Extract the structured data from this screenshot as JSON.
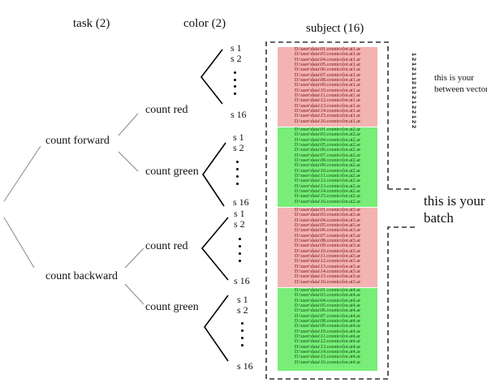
{
  "headers": {
    "task": "task (2)",
    "color": "color (2)",
    "subject": "subject (16)"
  },
  "tasks": [
    {
      "label": "count forward",
      "colors": [
        {
          "label": "count red",
          "subjects": {
            "first": "s 1",
            "second": "s 2",
            "last": "s 16"
          }
        },
        {
          "label": "count green",
          "subjects": {
            "first": "s 1",
            "second": "s 2",
            "last": "s 16"
          }
        }
      ]
    },
    {
      "label": "count backward",
      "colors": [
        {
          "label": "count red",
          "subjects": {
            "first": "s 1",
            "second": "s 2",
            "last": "s 16"
          }
        },
        {
          "label": "count green",
          "subjects": {
            "first": "s 1",
            "second": "s 2",
            "last": "s 16"
          }
        }
      ]
    }
  ],
  "file_blocks": [
    {
      "color": "#f4b3b3",
      "files": [
        "D:\\user\\data\\01.countcolor.at1.ar",
        "D:\\user\\data\\03.countcolor.at1.ar",
        "D:\\user\\data\\04.countcolor.at1.ar",
        "D:\\user\\data\\05.countcolor.at1.ar",
        "D:\\user\\data\\06.countcolor.at1.ar",
        "D:\\user\\data\\07.countcolor.at1.ar",
        "D:\\user\\data\\08.countcolor.at1.ar",
        "D:\\user\\data\\09.countcolor.at1.ar",
        "D:\\user\\data\\10.countcolor.at1.ar",
        "D:\\user\\data\\11.countcolor.at1.ar",
        "D:\\user\\data\\12.countcolor.at1.ar",
        "D:\\user\\data\\13.countcolor.at1.ar",
        "D:\\user\\data\\14.countcolor.at1.ar",
        "D:\\user\\data\\15.countcolor.at1.ar",
        "D:\\user\\data\\16.countcolor.at1.ar"
      ]
    },
    {
      "color": "#78ee78",
      "files": [
        "D:\\user\\data\\01.countcolor.at2.ar",
        "D:\\user\\data\\03.countcolor.at2.ar",
        "D:\\user\\data\\04.countcolor.at2.ar",
        "D:\\user\\data\\05.countcolor.at2.ar",
        "D:\\user\\data\\06.countcolor.at2.ar",
        "D:\\user\\data\\07.countcolor.at2.ar",
        "D:\\user\\data\\08.countcolor.at2.ar",
        "D:\\user\\data\\09.countcolor.at2.ar",
        "D:\\user\\data\\10.countcolor.at2.ar",
        "D:\\user\\data\\11.countcolor.at2.ar",
        "D:\\user\\data\\12.countcolor.at2.ar",
        "D:\\user\\data\\13.countcolor.at2.ar",
        "D:\\user\\data\\14.countcolor.at2.ar",
        "D:\\user\\data\\15.countcolor.at2.ar",
        "D:\\user\\data\\16.countcolor.at2.ar"
      ]
    },
    {
      "color": "#f4b3b3",
      "files": [
        "D:\\user\\data\\01.countcolor.at3.ar",
        "D:\\user\\data\\03.countcolor.at3.ar",
        "D:\\user\\data\\04.countcolor.at3.ar",
        "D:\\user\\data\\05.countcolor.at3.ar",
        "D:\\user\\data\\06.countcolor.at3.ar",
        "D:\\user\\data\\07.countcolor.at3.ar",
        "D:\\user\\data\\08.countcolor.at3.ar",
        "D:\\user\\data\\09.countcolor.at3.ar",
        "D:\\user\\data\\10.countcolor.at3.ar",
        "D:\\user\\data\\11.countcolor.at3.ar",
        "D:\\user\\data\\12.countcolor.at3.ar",
        "D:\\user\\data\\13.countcolor.at3.ar",
        "D:\\user\\data\\14.countcolor.at3.ar",
        "D:\\user\\data\\15.countcolor.at3.ar",
        "D:\\user\\data\\16.countcolor.at3.ar"
      ]
    },
    {
      "color": "#78ee78",
      "files": [
        "D:\\user\\data\\01.countcolor.at4.ar",
        "D:\\user\\data\\03.countcolor.at4.ar",
        "D:\\user\\data\\04.countcolor.at4.ar",
        "D:\\user\\data\\05.countcolor.at4.ar",
        "D:\\user\\data\\06.countcolor.at4.ar",
        "D:\\user\\data\\07.countcolor.at4.ar",
        "D:\\user\\data\\08.countcolor.at4.ar",
        "D:\\user\\data\\09.countcolor.at4.ar",
        "D:\\user\\data\\10.countcolor.at4.ar",
        "D:\\user\\data\\11.countcolor.at4.ar",
        "D:\\user\\data\\12.countcolor.at4.ar",
        "D:\\user\\data\\13.countcolor.at4.ar",
        "D:\\user\\data\\14.countcolor.at4.ar",
        "D:\\user\\data\\15.countcolor.at4.ar",
        "D:\\user\\data\\16.countcolor.at4.ar"
      ]
    }
  ],
  "between_vector": {
    "values": [
      "1",
      "2",
      "1",
      "2",
      "1",
      "1",
      "2",
      "1",
      "2",
      "2",
      "1",
      "2",
      "2",
      "1",
      "2",
      "2"
    ],
    "label_line1": "this is your",
    "label_line2": "between vector"
  },
  "batch_note": {
    "line1": "this is your",
    "line2": "batch"
  }
}
